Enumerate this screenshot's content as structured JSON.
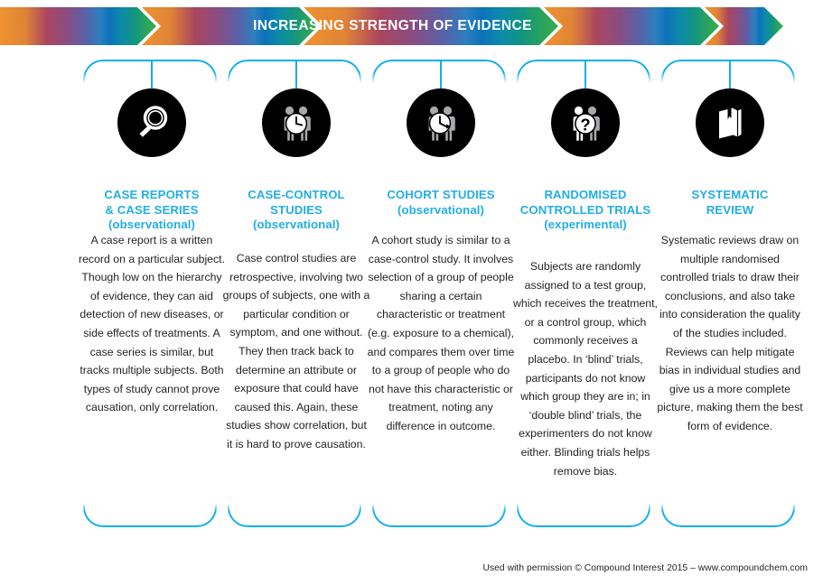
{
  "banner": {
    "title": "INCREASING STRENGTH OF EVIDENCE",
    "gradient_stops": [
      "#F0922F",
      "#E08637",
      "#A9465F",
      "#8C4C7E",
      "#5C5FA5",
      "#2C7FBE",
      "#0C7CBE",
      "#0D8BA8",
      "#12957F",
      "#2CA35B",
      "#3CAE4C"
    ],
    "arrow_count": 5,
    "text_color": "#FFFFFF"
  },
  "theme": {
    "accent": "#0FAFEF",
    "heading": "#23AEE4",
    "body_text": "#231F20",
    "circle": "#000000",
    "figure_gray": "#A7A9AC",
    "figure_white": "#FFFFFF"
  },
  "columns": [
    {
      "icon": "magnifier-icon",
      "heading_line1": "CASE REPORTS",
      "heading_line2": "& CASE SERIES",
      "heading_sub": "(observational)",
      "body": "A case report is a written record on a particular subject. Though low on the hierarchy of evidence, they can aid detection of new diseases, or side effects of treatments. A case series is similar, but tracks multiple subjects. Both types of study cannot prove causation, only correlation."
    },
    {
      "icon": "two-people-clock-icon",
      "heading_line1": "CASE-CONTROL",
      "heading_line2": "STUDIES",
      "heading_sub": "(observational)",
      "body": "Case control studies are retrospective, involving two groups of subjects, one with a particular condition or symptom, and one without. They then track back to determine an attribute or exposure that could have caused this. Again, these studies show correlation, but it is hard to prove causation."
    },
    {
      "icon": "two-people-clock-arrow-icon",
      "heading_line1": "COHORT STUDIES",
      "heading_line2": "",
      "heading_sub": "(observational)",
      "body": "A cohort study is similar to a case-control study. It involves selection of a group of people sharing a certain characteristic or treatment (e.g. exposure to a chemical), and compares them over time to a group of people who do not have this characteristic or treatment, noting any difference in outcome."
    },
    {
      "icon": "two-people-question-icon",
      "heading_line1": "RANDOMISED",
      "heading_line2": "CONTROLLED TRIALS",
      "heading_sub": "(experimental)",
      "body": "Subjects are randomly assigned to a test group, which receives the treatment, or a control group, which commonly receives a placebo. In ‘blind’ trials, participants do not know which group they are in; in ‘double blind’ trials, the experimenters do not know either. Blinding trials helps remove bias."
    },
    {
      "icon": "book-bookmark-icon",
      "heading_line1": "SYSTEMATIC",
      "heading_line2": "REVIEW",
      "heading_sub": "",
      "body": "Systematic reviews draw on multiple randomised controlled trials to draw their conclusions, and also take into consideration the quality of the studies included. Reviews can help mitigate bias in individual studies and give us a more complete picture, making them the best form of evidence."
    }
  ],
  "footer": {
    "credit": "Used with permission © Compound Interest 2015 – www.compoundchem.com"
  }
}
